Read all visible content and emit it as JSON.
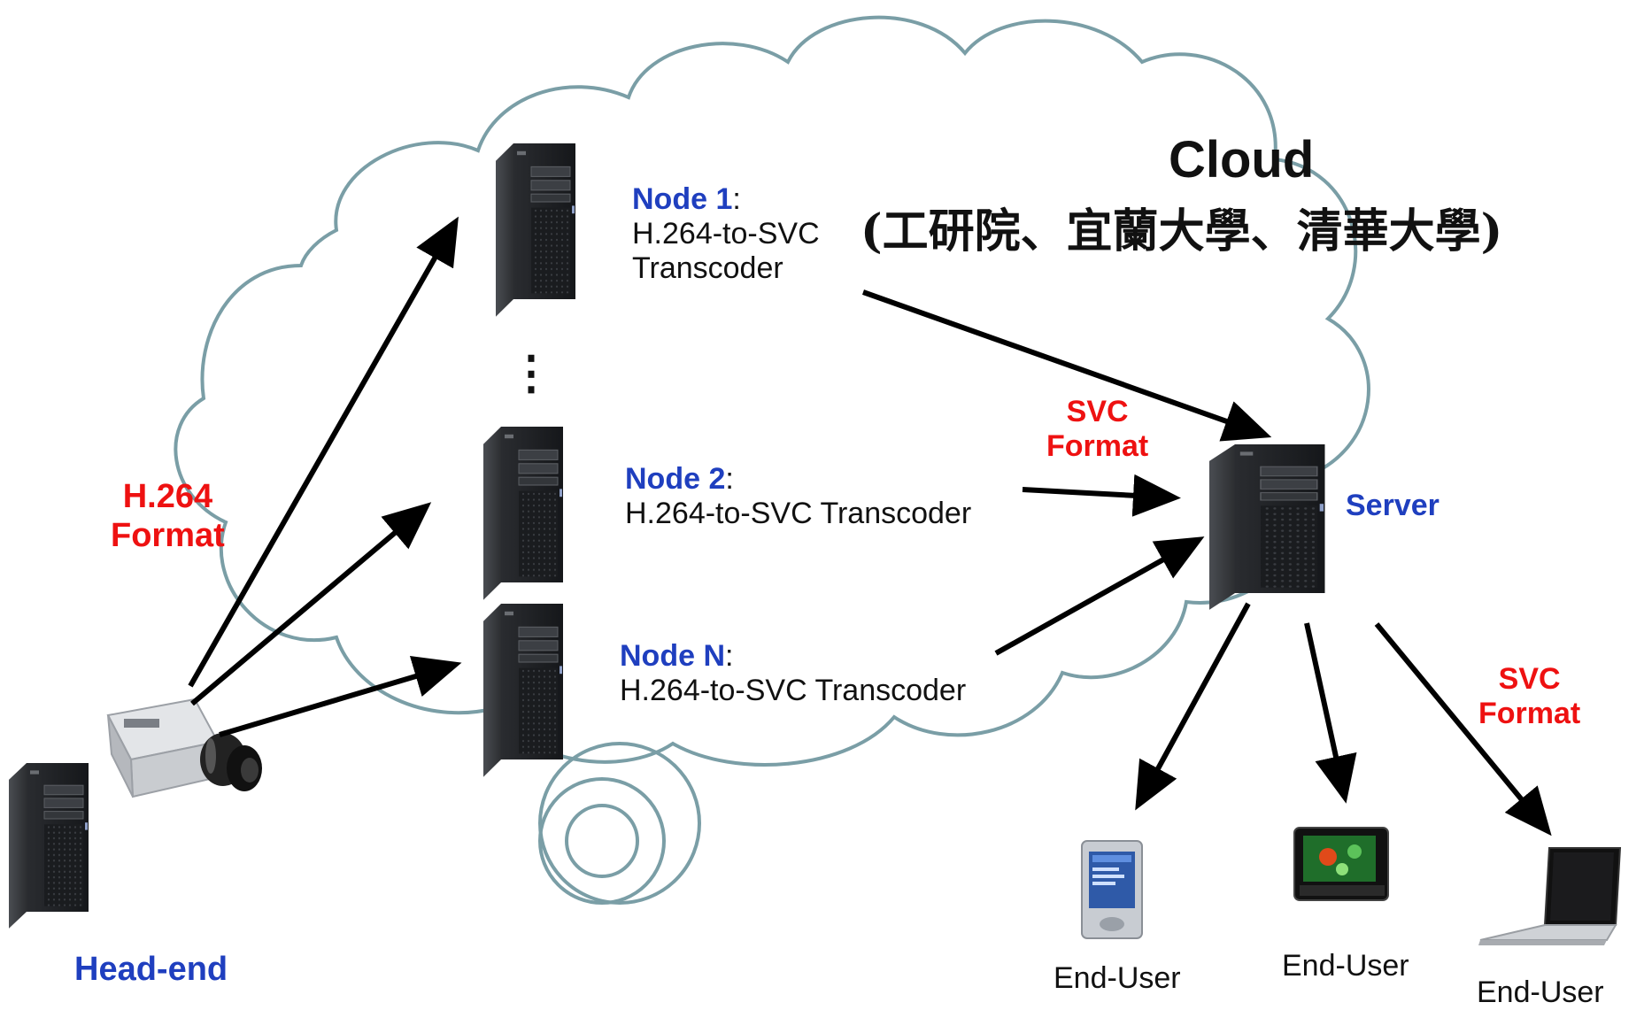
{
  "cloud": {
    "title": "Cloud",
    "subtitle": "(工研院、宜蘭大學、清華大學)"
  },
  "nodes": [
    {
      "name": "Node 1",
      "colon": ":",
      "desc_line1": "H.264-to-SVC",
      "desc_line2": "Transcoder"
    },
    {
      "name": "Node 2",
      "colon": ":",
      "desc": "H.264-to-SVC Transcoder"
    },
    {
      "name": "Node N",
      "colon": ":",
      "desc": "H.264-to-SVC Transcoder"
    }
  ],
  "ellipsis": "⋮",
  "server_label": "Server",
  "formats": {
    "h264_line1": "H.264",
    "h264_line2": "Format",
    "svc_mid_line1": "SVC",
    "svc_mid_line2": "Format",
    "svc_out_line1": "SVC",
    "svc_out_line2": "Format"
  },
  "head_end_label": "Head-end",
  "end_users": [
    "End-User",
    "End-User",
    "End-User"
  ],
  "colors": {
    "cloud_outline": "#7a9ea6",
    "node_label": "#1f3fbf",
    "format_label": "#ee1111",
    "arrow": "#000000"
  },
  "icons": [
    "tower-server-icon",
    "ip-camera-icon",
    "pda-icon",
    "smartphone-icon",
    "laptop-icon"
  ]
}
